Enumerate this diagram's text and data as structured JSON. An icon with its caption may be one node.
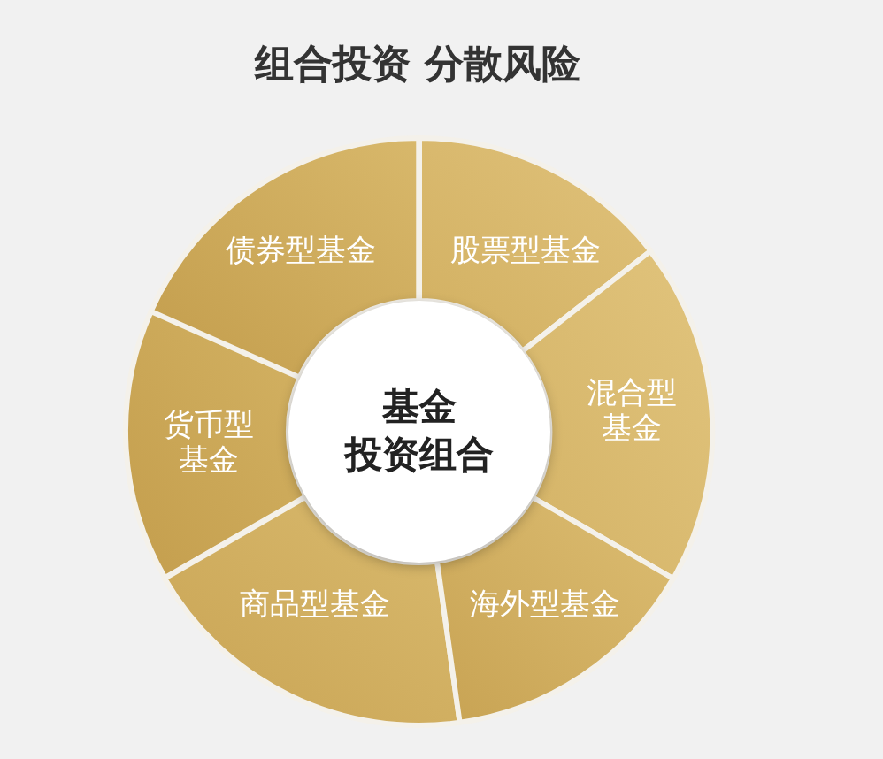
{
  "diagram": {
    "title": "组合投资 分散风险",
    "nodes": [
      {
        "text": [
          "债券型基金"
        ]
      },
      {
        "text": [
          "股票型基金"
        ]
      },
      {
        "text": [
          "货币型基金"
        ]
      },
      {
        "text": [
          "基金",
          "投资组合"
        ]
      },
      {
        "text": [
          "混合型基金"
        ]
      },
      {
        "text": [
          "商品型基金"
        ]
      },
      {
        "text": [
          "海外型基金"
        ]
      }
    ]
  }
}
